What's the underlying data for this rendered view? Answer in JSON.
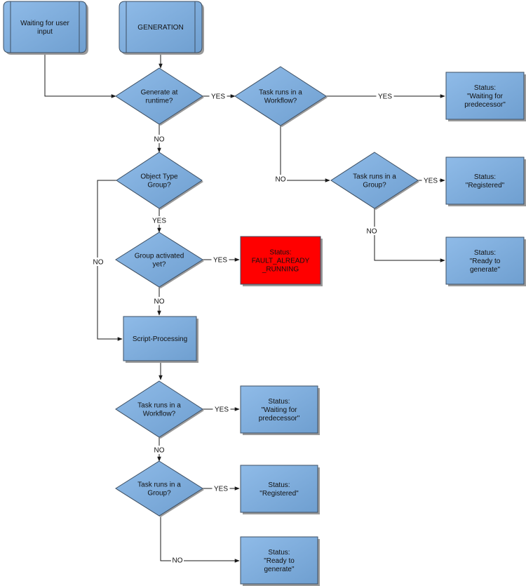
{
  "colors": {
    "node_fill": "#8fbbe8",
    "node_fill_dark": "#6f9fd0",
    "node_shadow": "#9a9a9a",
    "fault_fill": "#ff0000",
    "line": "#1a1a1a"
  },
  "nodes": {
    "waiting_input": [
      "Waiting for user",
      "input"
    ],
    "generation": [
      "GENERATION"
    ],
    "generate_runtime": [
      "Generate at",
      "runtime?"
    ],
    "workflow_top": [
      "Task runs in a",
      "Workflow?"
    ],
    "status_wait_top": [
      "Status:",
      "\"Waiting for",
      "predecessor\""
    ],
    "group_top": [
      "Task runs in a",
      "Group?"
    ],
    "status_reg_top": [
      "Status:",
      "\"Registered\""
    ],
    "status_ready_top": [
      "Status:",
      "\"Ready to",
      "generate\""
    ],
    "object_type_group": [
      "Object Type",
      "Group?"
    ],
    "group_activated": [
      "Group activated",
      "yet?"
    ],
    "status_fault": [
      "Status:",
      "FAULT_ALREADY",
      "_RUNNING"
    ],
    "script_processing": [
      "Script-Processing"
    ],
    "workflow_bottom": [
      "Task runs in a",
      "Workflow?"
    ],
    "status_wait_bottom": [
      "Status:",
      "\"Waiting for",
      "predecessor\""
    ],
    "group_bottom": [
      "Task runs in a",
      "Group?"
    ],
    "status_reg_bottom": [
      "Status:",
      "\"Registered\""
    ],
    "status_ready_bottom": [
      "Status:",
      "\"Ready to",
      "generate\""
    ]
  },
  "edge_labels": {
    "yes": "YES",
    "no": "NO"
  }
}
